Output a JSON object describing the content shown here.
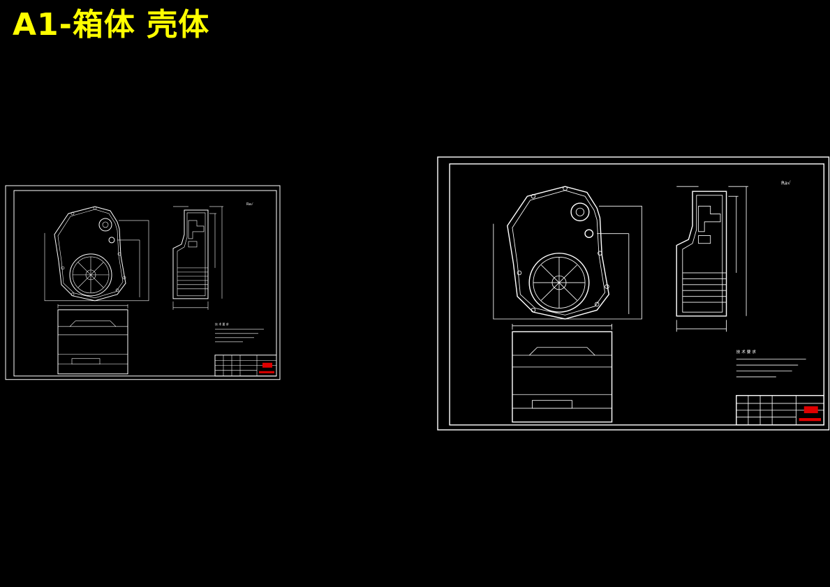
{
  "title": "A1-箱体 壳体",
  "colors": {
    "background": "#000000",
    "title": "#ffff00",
    "lines": "#ffffff",
    "stamp": "#e00000"
  },
  "sheets": [
    {
      "name": "drawing-sheet-left"
    },
    {
      "name": "drawing-sheet-right"
    }
  ]
}
